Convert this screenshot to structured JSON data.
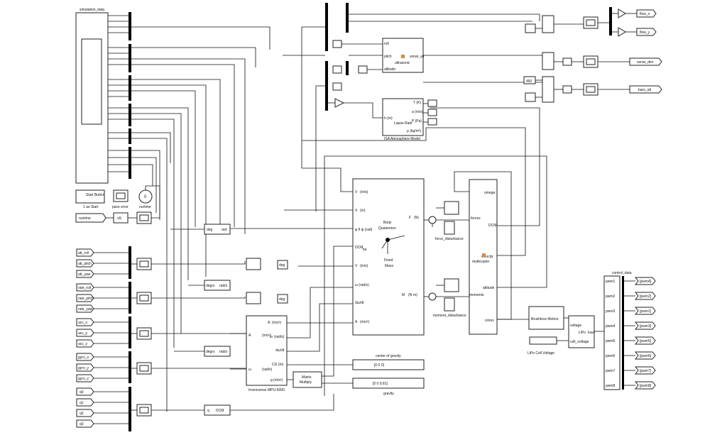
{
  "blocks": {
    "simulation_data": "simulation_data",
    "sonar_alt": "sonar_alt",
    "ultrasonic": "ultrasonic",
    "roll_port": "roll",
    "pitch_port": "pitch",
    "altitude_port": "altitude",
    "lapse_rate": "Lapse Rate",
    "isa_title": "ISA Atmosphere Model",
    "isa_h": "h (m)",
    "isa_T": "T (K)",
    "isa_a": "a (m/s)",
    "isa_P": "P (Pa)",
    "isa_rho": "ρ (kg/m³)",
    "flow_x": "flow_x",
    "flow_y": "flow_y",
    "sonar_dist": "sonar_dist",
    "baro_alt": "baro_alt",
    "const_450": "450",
    "start_button": "Start Button",
    "start_sub": "1 as Start",
    "pace_error": "pace error",
    "runtime": "runtime",
    "runtime_tag": "runtime",
    "us": "uS",
    "zero": "0",
    "rad_to_deg_1": "deg",
    "rad_to_deg_1b": "rad",
    "deg_to_rad_2": "degrs",
    "deg_to_rad_2b": "rad/s",
    "deg_to_rad_3": "degrs",
    "deg_to_rad_3b": "rad/s",
    "q_dcm": "q",
    "q_dcm_b": "DCM",
    "body_quaternion_1": "Body",
    "body_quaternion_2": "Quaternion",
    "fixed_mass_1": "Fixed",
    "fixed_mass_2": "Mass",
    "bq_in_fext": "F",
    "bq_in_fext_u": "(N)",
    "bq_in_mext": "M",
    "bq_in_mext_u": "(N·m)",
    "bq_out_ve": "V",
    "bq_out_ve_u": "(m/s)",
    "bq_out_xe": "X",
    "bq_out_xe_u": "(m)",
    "bq_out_euler": "φ θ ψ (rad)",
    "bq_out_dcm": "DCM",
    "bq_out_dcm_sub": "be",
    "bq_out_vb": "V",
    "bq_out_vb_u": "(m/s)",
    "bq_out_omega": "ω (rad/s)",
    "bq_out_dwdt": "dω/dt",
    "bq_out_ab": "A",
    "bq_out_ab_u": "(m/s²)",
    "force_disturbance": "force_disturbance",
    "moment_disturbance": "moment_disturbance",
    "multicopter": "multicopter",
    "mc_omega": "omega",
    "mc_forces": "forces",
    "mc_dcm": "DCM",
    "mc_velocity": "velocity",
    "mc_moments": "moments",
    "mc_attitude": "attitude",
    "mc_rotors": "rotors",
    "brushless_motors": "Brushless Motors",
    "lipo": "LiPo",
    "lipo_voltage": "voltage",
    "lipo_cell": "cell_voltage",
    "lipo_load": "load",
    "lipo_cell_voltage": "LiPo Cell Voltage",
    "mpu_title": "Invensense MPU-6000",
    "mpu_ab": "A",
    "mpu_ab_u": "(m/s²)",
    "mpu_ameas": "A",
    "mpu_ameas_u": "(m/s²)",
    "mpu_w": "ω",
    "mpu_w_u": "(rad/s)",
    "mpu_wmeas": "ω",
    "mpu_wmeas_u": "(rad/s)",
    "mpu_dwdt": "dω/dt",
    "mpu_cg": "CG (m)",
    "mpu_g": "g (m/s²)",
    "matrix_multiply_1": "Matrix",
    "matrix_multiply_2": "Multiply",
    "center_of_gravity": "center of gravity",
    "center_of_gravity_val": "[0   0   0]",
    "gravity": "gravity",
    "gravity_val": "[0   0   9.81]",
    "control_data": "control_data",
    "deg_unit": "deg"
  },
  "left_tags": [
    "att_roll",
    "att_pitch",
    "att_yaw",
    "rate_roll",
    "rate_pitch",
    "rate_yaw",
    "acc_x",
    "acc_y",
    "acc_z",
    "gyro_x",
    "gyro_y",
    "gyro_z",
    "q0",
    "q1",
    "q2",
    "q3"
  ],
  "pwm_outputs": [
    "pwm1",
    "pwm2",
    "pwm3",
    "pwm4",
    "pwm5",
    "pwm6",
    "pwm7",
    "pwm8"
  ],
  "pwm_tags": [
    "[pwm4]",
    "[pwm2]",
    "[pwm1]",
    "[pwm3]",
    "[pwm5]",
    "[pwm6]",
    "[pwm7]",
    "[pwm8]"
  ]
}
